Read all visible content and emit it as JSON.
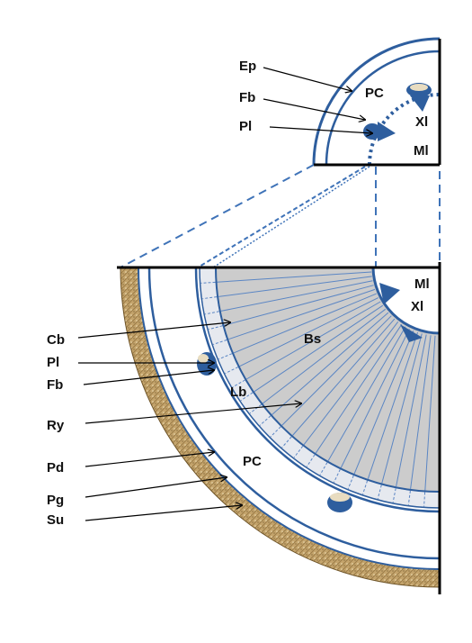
{
  "labels": {
    "ep": "Ep",
    "pc": "PC",
    "fb": "Fb",
    "pl": "Pl",
    "xl": "Xl",
    "ml": "Ml",
    "cb": "Cb",
    "bs": "Bs",
    "lb": "Lb",
    "ry": "Ry",
    "pd": "Pd",
    "pg": "Pg",
    "su": "Su"
  },
  "colors": {
    "outline": "#2e5e9e",
    "ray": "#5b86c4",
    "dashed_zoom": "#3f73b8",
    "wood_core": "#cccccc",
    "suber_fill": "#c4a46c",
    "suber_texture": "#8a6b38",
    "cambium_band": "#e6e9ef",
    "phelloderm_line": "#1c1c1c",
    "phloem_bundle_cap": "#e8dcc0",
    "axis_line": "#000000",
    "arrow_line": "#000000",
    "text": "#111111"
  },
  "icons": {
    "xylem_marker": "triangle-icon",
    "phloem_marker": "half-disc-icon",
    "arrow": "pointer-arrow-icon"
  }
}
